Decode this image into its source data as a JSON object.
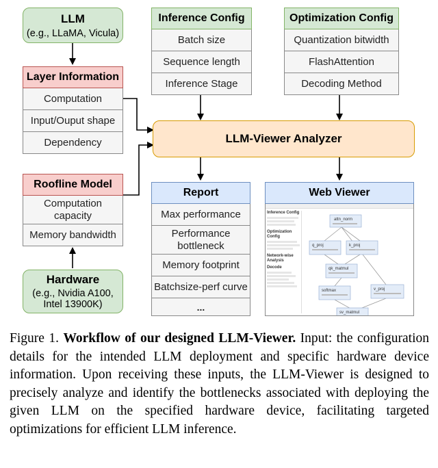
{
  "llm": {
    "title": "LLM",
    "subtitle": "(e.g., LLaMA, Vicula)"
  },
  "layer_info": {
    "title": "Layer Information",
    "items": [
      "Computation",
      "Input/Ouput shape",
      "Dependency"
    ]
  },
  "roofline": {
    "title": "Roofline Model",
    "items": [
      "Computation capacity",
      "Memory bandwidth"
    ]
  },
  "hardware": {
    "title": "Hardware",
    "line1": "(e.g., Nvidia A100,",
    "line2": "Intel 13900K)"
  },
  "inference_config": {
    "title": "Inference Config",
    "items": [
      "Batch size",
      "Sequence length",
      "Inference Stage"
    ]
  },
  "optimization_config": {
    "title": "Optimization Config",
    "items": [
      "Quantization bitwidth",
      "FlashAttention",
      "Decoding Method"
    ]
  },
  "analyzer": {
    "title": "LLM-Viewer Analyzer"
  },
  "report": {
    "title": "Report",
    "items": [
      "Max performance",
      "Performance bottleneck",
      "Memory footprint",
      "Batchsize-perf curve",
      "..."
    ]
  },
  "web_viewer": {
    "title": "Web Viewer",
    "sidebar": [
      "Inference Config",
      "Optimization Config",
      "Network-wise Analysis",
      "Decode"
    ],
    "nodes": [
      "attn_norm",
      "q_proj",
      "k_proj",
      "qk_matmul",
      "softmax",
      "v_proj",
      "sv_matmul"
    ]
  },
  "caption": {
    "label": "Figure 1.",
    "title": "Workflow of our designed LLM-Viewer.",
    "body": "Input: the configuration details for the intended LLM deployment and specific hardware device information. Upon receiving these inputs, the LLM-Viewer is designed to precisely analyze and identify the bottlenecks associated with deploying the given LLM on the specified hardware device, facilitating targeted optimizations for efficient LLM inference."
  },
  "colors": {
    "green": "#d5e8d4",
    "blue": "#dae8fc",
    "red": "#f8cecc",
    "orange": "#ffe6cc",
    "gray": "#f5f5f5"
  }
}
